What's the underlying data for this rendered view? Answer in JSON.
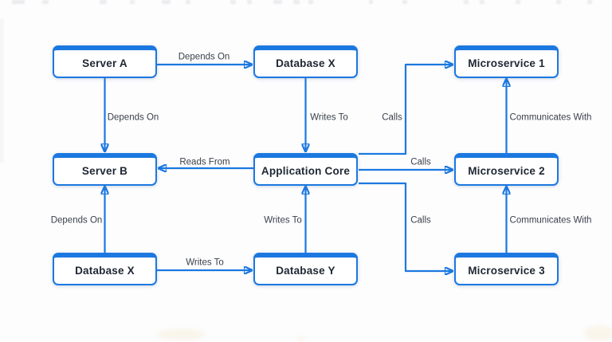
{
  "diagram": {
    "colors": {
      "accent": "#1b78e0",
      "node_fill": "#ffffff",
      "node_text": "#1e2733",
      "edge_label_text": "#3a414b",
      "background": "#fdfdfe"
    },
    "nodes": [
      {
        "id": "server-a",
        "label": "Server A"
      },
      {
        "id": "database-x-top",
        "label": "Database X"
      },
      {
        "id": "microservice-1",
        "label": "Microservice 1"
      },
      {
        "id": "server-b",
        "label": "Server B"
      },
      {
        "id": "application-core",
        "label": "Application Core"
      },
      {
        "id": "microservice-2",
        "label": "Microservice 2"
      },
      {
        "id": "database-x-bottom",
        "label": "Database X"
      },
      {
        "id": "database-y",
        "label": "Database Y"
      },
      {
        "id": "microservice-3",
        "label": "Microservice 3"
      }
    ],
    "edges": [
      {
        "from": "Server A",
        "to": "Database X (top)",
        "label": "Depends On"
      },
      {
        "from": "Server A",
        "to": "Server B",
        "label": "Depends On"
      },
      {
        "from": "Database X (top)",
        "to": "Application Core",
        "label": "Writes To"
      },
      {
        "from": "Application Core",
        "to": "Microservice 1",
        "label": "Calls"
      },
      {
        "from": "Application Core",
        "to": "Microservice 2",
        "label": "Calls"
      },
      {
        "from": "Application Core",
        "to": "Microservice 3",
        "label": "Calls"
      },
      {
        "from": "Microservice 2",
        "to": "Microservice 1",
        "label": "Communicates With"
      },
      {
        "from": "Microservice 3",
        "to": "Microservice 2",
        "label": "Communicates With"
      },
      {
        "from": "Application Core",
        "to": "Server B",
        "label": "Reads From"
      },
      {
        "from": "Database X (bottom)",
        "to": "Server B",
        "label": "Depends On"
      },
      {
        "from": "Database X (bottom)",
        "to": "Database Y",
        "label": "Writes To"
      },
      {
        "from": "Database Y",
        "to": "Application Core",
        "label": "Writes To"
      }
    ]
  }
}
